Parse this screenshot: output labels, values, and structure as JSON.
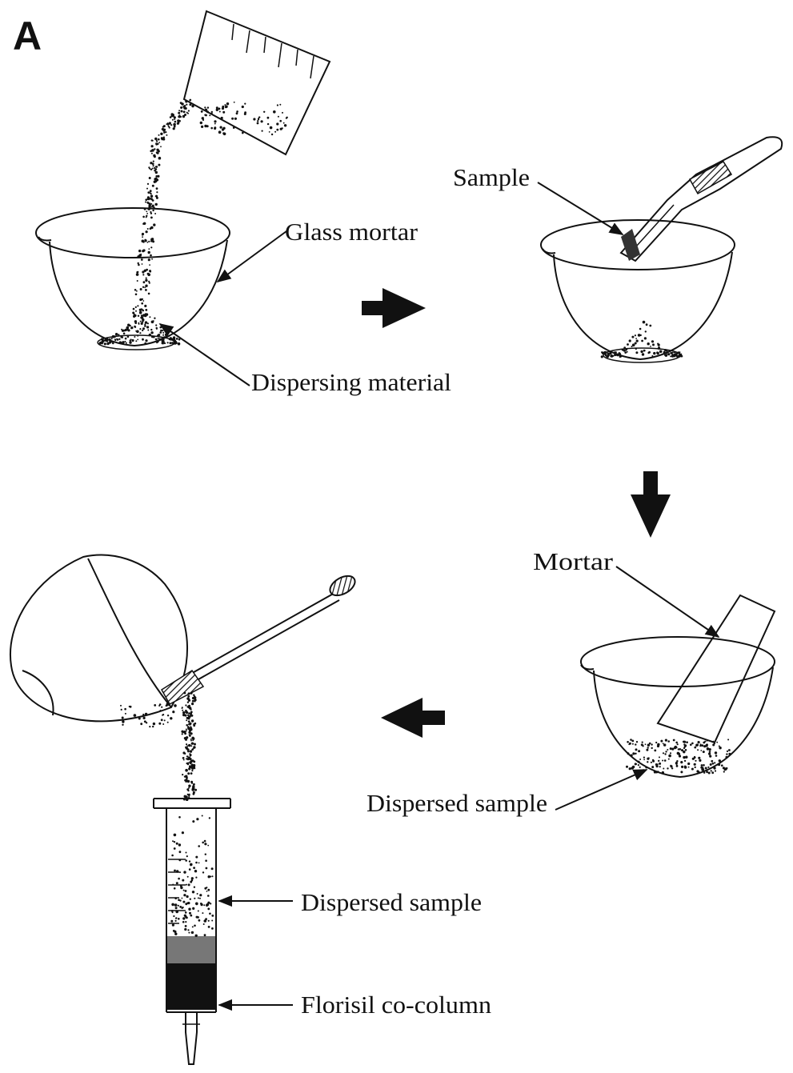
{
  "panel_label": "A",
  "labels": {
    "glass_mortar": "Glass mortar",
    "dispersing_material": "Dispersing material",
    "sample": "Sample",
    "mortar": "Mortar",
    "dispersed_sample_mortar": "Dispersed sample",
    "dispersed_sample_column": "Dispersed sample",
    "florisil": "Florisil co-column"
  },
  "colors": {
    "ink": "#111111",
    "background": "#ffffff"
  },
  "icons": [
    "beaker-icon",
    "glass-mortar-icon",
    "forceps-icon",
    "pestle-icon",
    "spatula-icon",
    "syringe-column-icon",
    "flow-arrow-icon"
  ]
}
